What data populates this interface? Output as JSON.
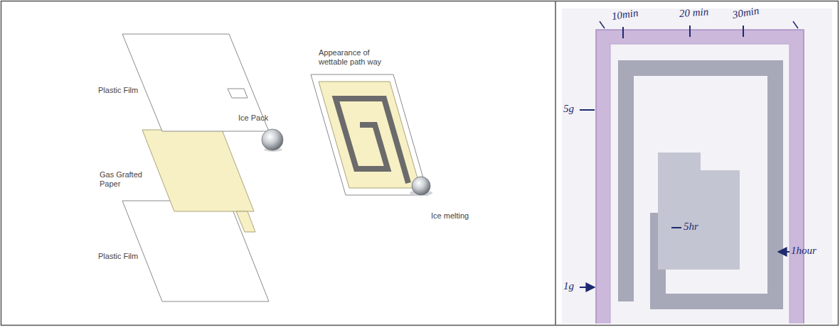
{
  "diagram": {
    "labels": [
      "Plastic Film",
      "Ice Pack",
      "Appearance of wettable path way",
      "Gas Grafted Paper",
      "Ice melting",
      "Plastic Film",
      "10min",
      "20 min",
      "30min",
      "5g",
      "1hour",
      "5hr",
      "1g"
    ]
  }
}
